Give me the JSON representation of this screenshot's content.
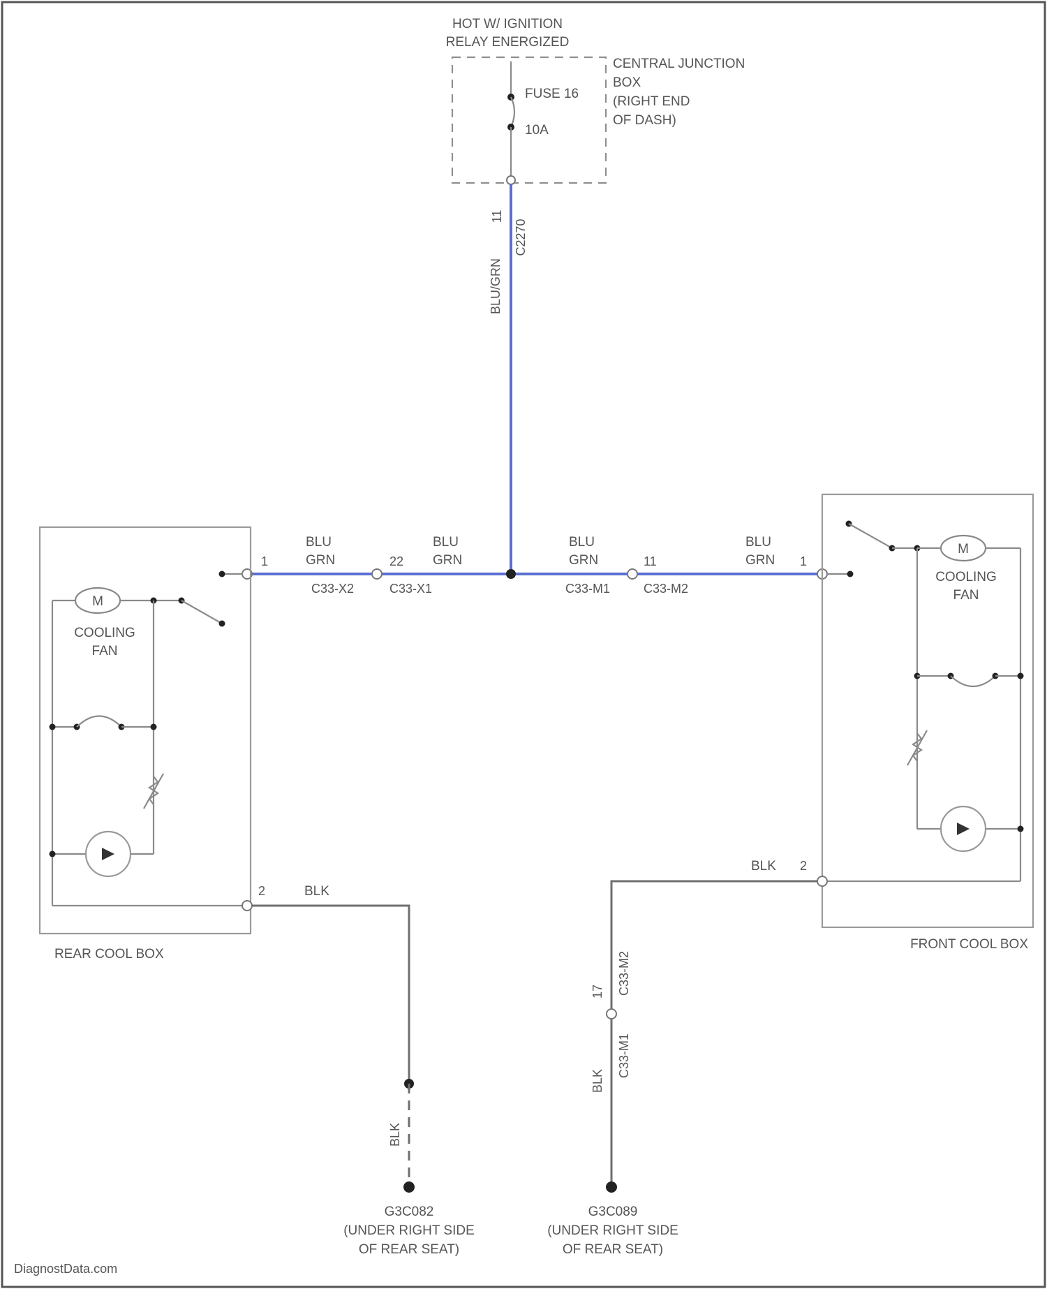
{
  "top": {
    "supply_line1": "HOT W/ IGNITION",
    "supply_line2": "RELAY ENERGIZED",
    "cjb_line1": "CENTRAL JUNCTION",
    "cjb_line2": "BOX",
    "cjb_line3": "(RIGHT END",
    "cjb_line4": "OF DASH)",
    "fuse_name": "FUSE 16",
    "fuse_rating": "10A",
    "cjb_pin": "11",
    "cjb_connector": "C2270",
    "riser_wire": "BLU/GRN"
  },
  "bus": {
    "left": {
      "wire_a": "BLU",
      "wire_b": "GRN",
      "pin_box": "1",
      "conn_box": "C33-X2",
      "wire_c": "BLU",
      "wire_d": "GRN",
      "pin_mid": "22",
      "conn_mid": "C33-X1"
    },
    "right": {
      "wire_a": "BLU",
      "wire_b": "GRN",
      "conn_mid_l": "C33-M1",
      "pin_mid": "11",
      "conn_mid_r": "C33-M2",
      "wire_c": "BLU",
      "wire_d": "GRN",
      "pin_box": "1"
    }
  },
  "rear_box": {
    "title": "REAR COOL BOX",
    "motor_symbol": "M",
    "fan_line1": "COOLING",
    "fan_line2": "FAN",
    "pin_ground": "2",
    "ground_wire": "BLK"
  },
  "front_box": {
    "title": "FRONT COOL BOX",
    "motor_symbol": "M",
    "fan_line1": "COOLING",
    "fan_line2": "FAN",
    "pin_ground": "2",
    "ground_wire": "BLK"
  },
  "grounds": {
    "left": {
      "wire": "BLK",
      "id": "G3C082",
      "loc1": "(UNDER RIGHT SIDE",
      "loc2": "OF REAR SEAT)"
    },
    "right": {
      "wire": "BLK",
      "pin": "17",
      "conn_a": "C33-M2",
      "conn_b": "C33-M1",
      "id": "G3C089",
      "loc1": "(UNDER RIGHT SIDE",
      "loc2": "OF REAR SEAT)"
    }
  },
  "watermark": "DiagnostData.com",
  "colors": {
    "blu_grn_wire": "#5b6fd1",
    "blk_wire": "#6f6f6f",
    "frame": "#9a9a9a"
  }
}
